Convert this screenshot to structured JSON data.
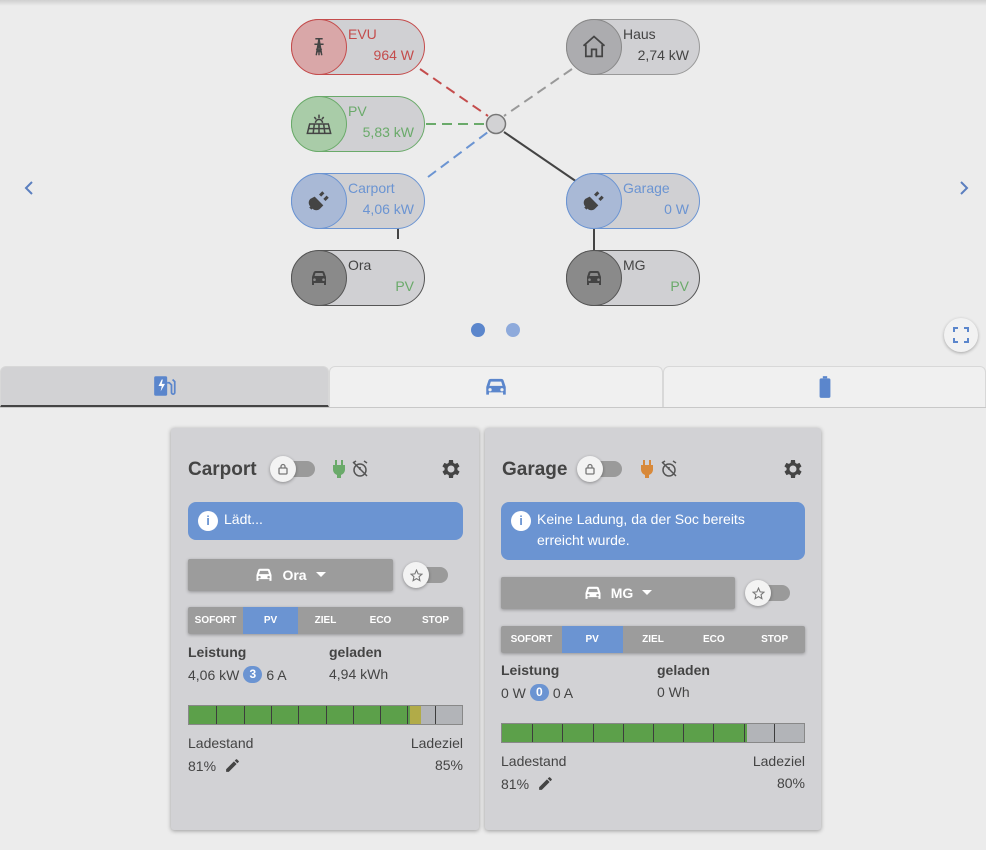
{
  "colors": {
    "blue": "#6b94d2",
    "red": "#c44c4c",
    "green": "#6aaa6a",
    "orange": "#d8893a",
    "gray": "#8a8a8a"
  },
  "flow": {
    "evu": {
      "label": "EVU",
      "value": "964 W"
    },
    "haus": {
      "label": "Haus",
      "value": "2,74 kW"
    },
    "pv": {
      "label": "PV",
      "value": "5,83 kW"
    },
    "carport": {
      "label": "Carport",
      "value": "4,06 kW"
    },
    "garage": {
      "label": "Garage",
      "value": "0 W"
    },
    "ora": {
      "label": "Ora",
      "value": "PV"
    },
    "mg": {
      "label": "MG",
      "value": "PV"
    }
  },
  "carousel": {
    "pages": 2,
    "active_page": 1
  },
  "tabs": [
    {
      "name": "charge-points",
      "icon": "ev-station-icon",
      "active": true
    },
    {
      "name": "vehicles",
      "icon": "car-icon",
      "active": false
    },
    {
      "name": "batteries",
      "icon": "battery-icon",
      "active": false
    }
  ],
  "cards": [
    {
      "title": "Carport",
      "lock_toggle": false,
      "plug_color": "#6aaa6a",
      "info": "Lädt...",
      "vehicle": "Ora",
      "favorite_toggle": false,
      "modes": [
        "SOFORT",
        "PV",
        "ZIEL",
        "ECO",
        "STOP"
      ],
      "selected_mode": "PV",
      "leistung_label": "Leistung",
      "leistung_value": "4,06 kW",
      "phases": "3",
      "current": "6 A",
      "geladen_label": "geladen",
      "geladen_value": "4,94 kWh",
      "soc_percent": 81,
      "target_percent": 85,
      "ladestand_label": "Ladestand",
      "ladestand_value": "81%",
      "ladeziel_label": "Ladeziel",
      "ladeziel_value": "85%"
    },
    {
      "title": "Garage",
      "lock_toggle": false,
      "plug_color": "#d8893a",
      "info": "Keine Ladung, da der Soc bereits erreicht wurde.",
      "vehicle": "MG",
      "favorite_toggle": false,
      "modes": [
        "SOFORT",
        "PV",
        "ZIEL",
        "ECO",
        "STOP"
      ],
      "selected_mode": "PV",
      "leistung_label": "Leistung",
      "leistung_value": "0 W",
      "phases": "0",
      "current": "0 A",
      "geladen_label": "geladen",
      "geladen_value": "0 Wh",
      "soc_percent": 81,
      "target_percent": 80,
      "ladestand_label": "Ladestand",
      "ladestand_value": "81%",
      "ladeziel_label": "Ladeziel",
      "ladeziel_value": "80%"
    }
  ]
}
